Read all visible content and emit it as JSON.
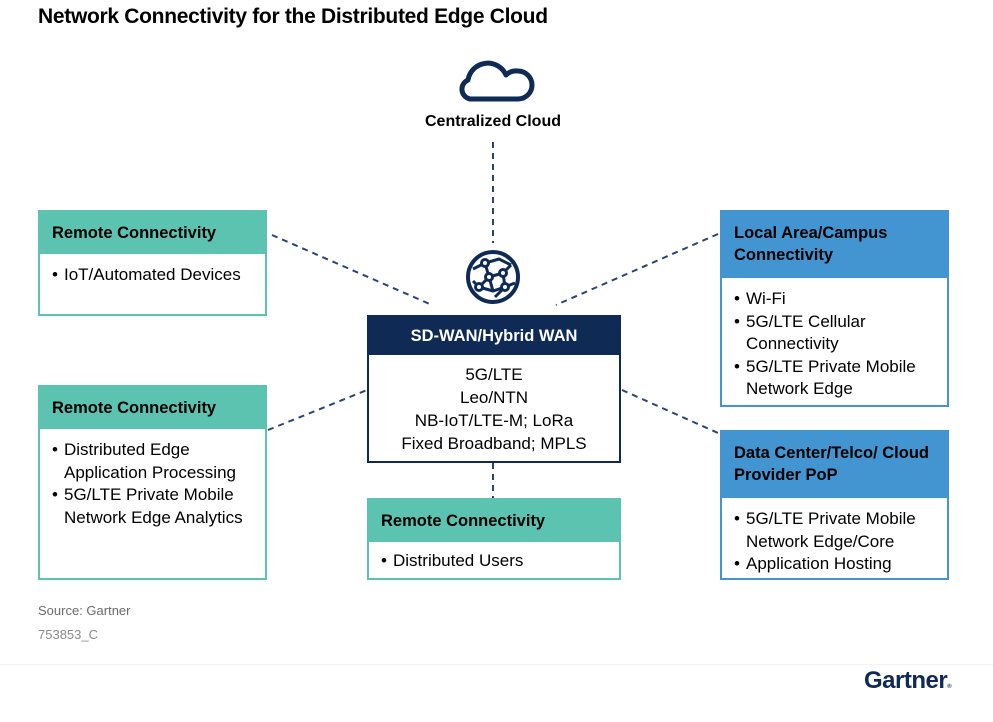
{
  "title": "Network Connectivity for the Distributed Edge Cloud",
  "colors": {
    "navy": "#0e2a55",
    "teal": "#5bc3b0",
    "blue": "#4295d0",
    "connector": "#2b4470"
  },
  "top_node": {
    "icon": "cloud-icon",
    "label": "Centralized Cloud"
  },
  "hub": {
    "icon": "network-globe-icon",
    "header": "SD-WAN/Hybrid WAN",
    "lines": [
      "5G/LTE",
      "Leo/NTN",
      "NB-IoT/LTE-M; LoRa",
      "Fixed Broadband; MPLS"
    ]
  },
  "nodes": {
    "left_top": {
      "header": "Remote Connectivity",
      "items": [
        "IoT/Automated Devices"
      ]
    },
    "left_bottom": {
      "header": "Remote Connectivity",
      "items": [
        "Distributed Edge Application Processing",
        "5G/LTE Private Mobile Network Edge Analytics"
      ]
    },
    "bottom": {
      "header": "Remote Connectivity",
      "items": [
        "Distributed Users"
      ]
    },
    "right_top": {
      "header": "Local Area/Campus Connectivity",
      "items": [
        "Wi-Fi",
        "5G/LTE Cellular Connectivity",
        "5G/LTE Private Mobile Network Edge"
      ]
    },
    "right_bottom": {
      "header": "Data Center/Telco/ Cloud Provider PoP",
      "items": [
        "5G/LTE Private Mobile Network Edge/Core",
        "Application Hosting"
      ]
    }
  },
  "footer": {
    "source": "Source: Gartner",
    "figure_id": "753853_C",
    "logo": "Gartner",
    "logo_mark": "®"
  }
}
